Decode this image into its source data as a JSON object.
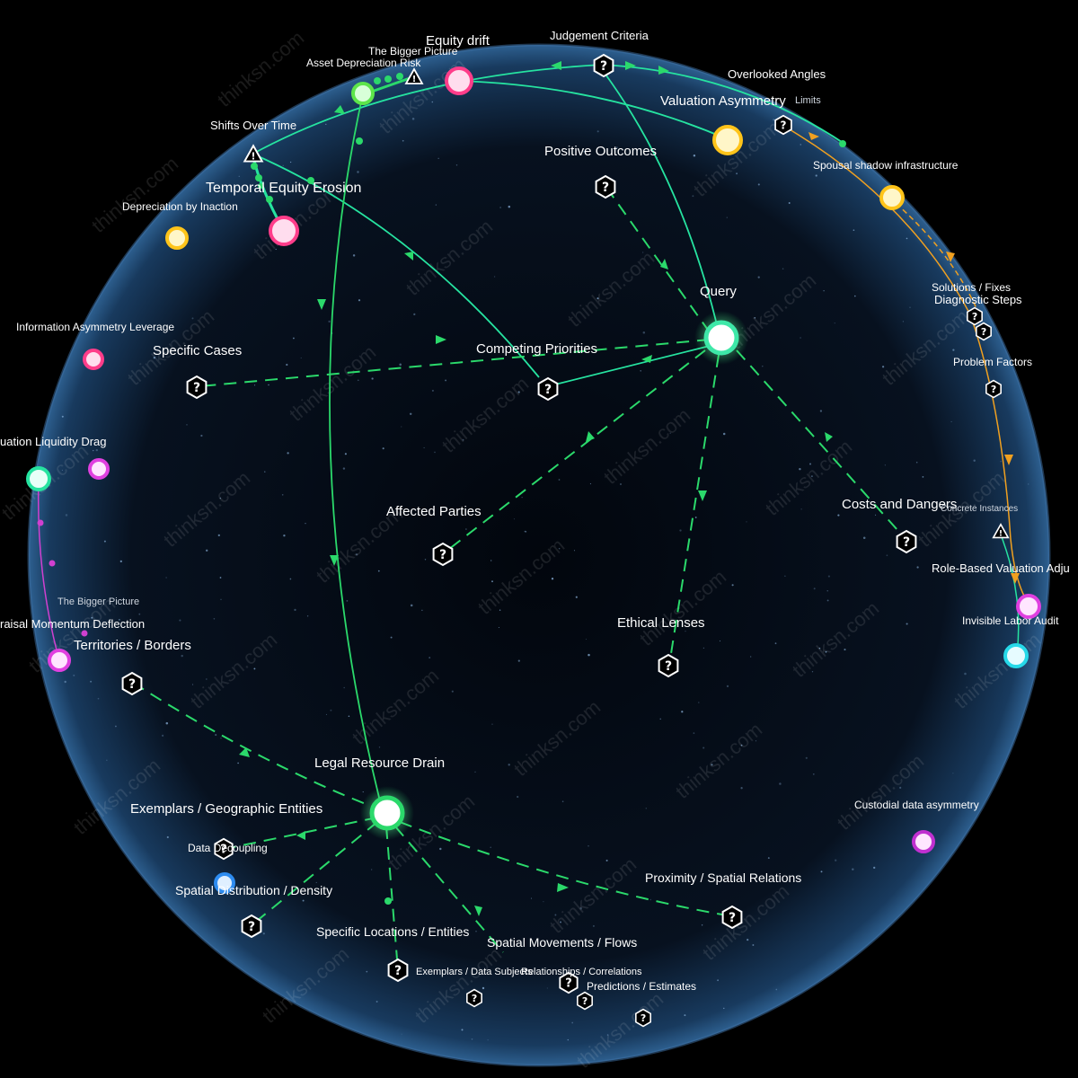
{
  "colors": {
    "background": "#000000",
    "sphere": "#0a1526",
    "sphere_rim": "#3d6fa3",
    "edge_green": "#2bd96b",
    "edge_teal": "#26e3a0",
    "edge_orange": "#f0a020",
    "edge_magenta": "#d040d0"
  },
  "watermark": "thinksn.com",
  "center": {
    "query_label": "Query",
    "legal_label": "Legal Resource Drain"
  },
  "categories": {
    "positive_outcomes": "Positive Outcomes",
    "competing_priorities": "Competing Priorities",
    "specific_cases": "Specific Cases",
    "affected_parties": "Affected Parties",
    "ethical_lenses": "Ethical Lenses",
    "costs_and_dangers": "Costs and Dangers",
    "territories_borders": "Territories / Borders",
    "exemplars_geographic": "Exemplars / Geographic Entities",
    "data_decoupling": "Data Decoupling",
    "spatial_distribution": "Spatial Distribution / Density",
    "specific_locations": "Specific Locations / Entities",
    "spatial_movements": "Spatial Movements / Flows",
    "proximity_spatial": "Proximity / Spatial Relations",
    "exemplars_data_subjects": "Exemplars / Data Subjects",
    "relationships_correlations": "Relationships / Correlations",
    "predictions_estimates": "Predictions / Estimates",
    "judgement_criteria": "Judgement Criteria",
    "limits": "Limits",
    "solutions_fixes": "Solutions / Fixes",
    "diagnostic_steps": "Diagnostic Steps",
    "problem_factors": "Problem Factors",
    "concrete_instances": "Concrete Instances"
  },
  "nodes": {
    "equity_drift": "Equity drift",
    "bigger_picture_top": "The Bigger Picture",
    "asset_depreciation_risk": "Asset Depreciation Risk",
    "shifts_over_time": "Shifts Over Time",
    "temporal_equity_erosion": "Temporal Equity Erosion",
    "depreciation_by_inaction": "Depreciation by Inaction",
    "overlooked_angles": "Overlooked Angles",
    "valuation_asymmetry": "Valuation Asymmetry",
    "spousal_shadow": "Spousal shadow infrastructure",
    "information_asymmetry": "Information Asymmetry Leverage",
    "liquidity_drag": "uation Liquidity Drag",
    "bigger_picture_left": "The Bigger Picture",
    "appraisal_momentum": "raisal Momentum Deflection",
    "role_based_valuation": "Role-Based Valuation Adju",
    "invisible_labor": "Invisible Labor Audit",
    "custodial_data": "Custodial data asymmetry"
  }
}
